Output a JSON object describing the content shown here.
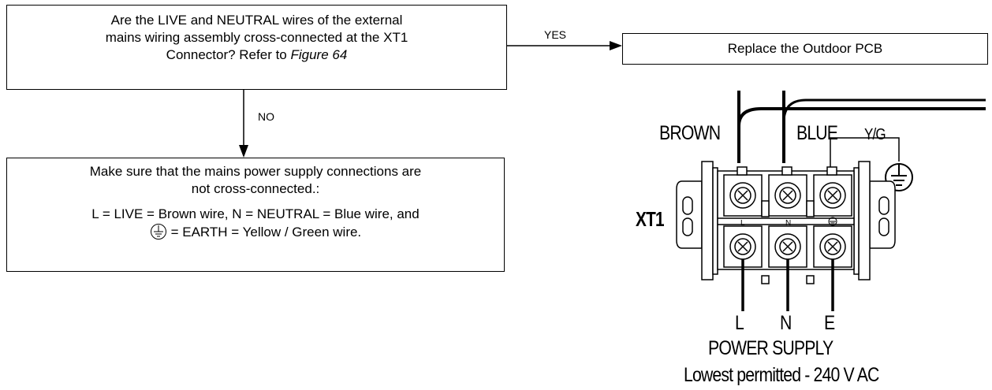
{
  "flowchart": {
    "question": {
      "line1": "Are the LIVE and NEUTRAL wires of the external",
      "line2": "mains wiring assembly cross-connected at the XT1",
      "line3_prefix": "Connector? Refer to ",
      "line3_ref": "Figure 64"
    },
    "yes_label": "YES",
    "no_label": "NO",
    "result": "Replace the Outdoor PCB",
    "make_sure": {
      "line1": "Make sure that the mains power supply connections are",
      "line2": "not cross-connected.:",
      "line3": "L = LIVE = Brown wire, N = NEUTRAL = Blue wire, and",
      "line4": "= EARTH = Yellow / Green wire."
    }
  },
  "wiring": {
    "brown": "BROWN",
    "blue": "BLUE",
    "yg": "Y/G",
    "xt1": "XT1",
    "term_L": "L",
    "term_N": "N",
    "out_L": "L",
    "out_N": "N",
    "out_E": "E",
    "power_supply": "POWER SUPPLY",
    "lowest": "Lowest permitted - 240 V AC"
  },
  "icons": [
    "earth-symbol-icon",
    "arrow-right-icon",
    "arrow-down-icon"
  ]
}
